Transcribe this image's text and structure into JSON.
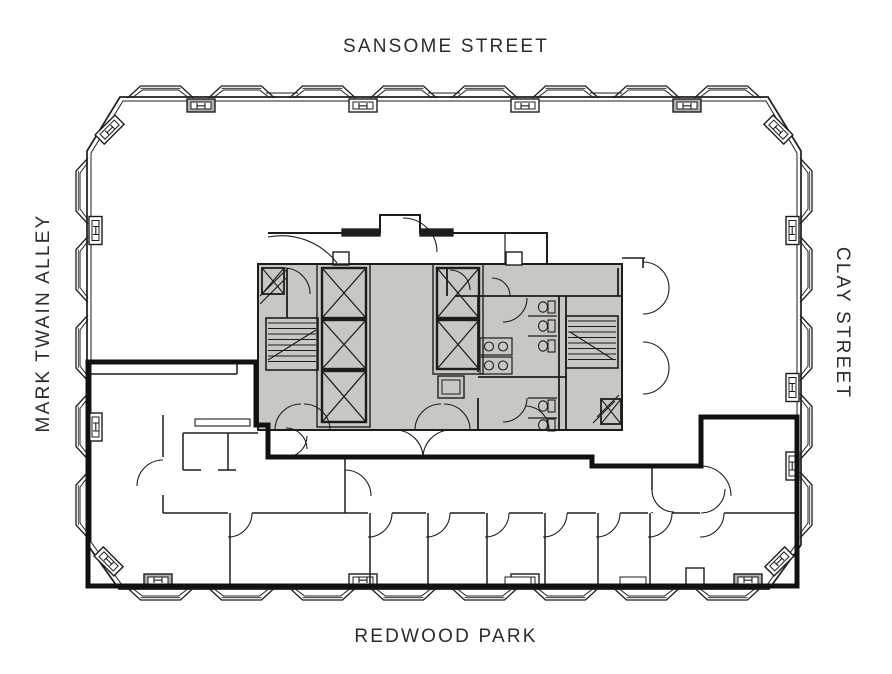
{
  "plan": {
    "street_top": "SANSOME STREET",
    "street_left": "MARK TWAIN ALLEY",
    "street_right": "CLAY STREET",
    "street_bottom": "REDWOOD PARK",
    "colors": {
      "wall": "#1f1d1c",
      "suite_outline": "#111111",
      "core_fill": "#c9c7c4",
      "cap_gray": "#b3b0ad",
      "label": "#2e2c2b",
      "background": "#ffffff"
    }
  }
}
